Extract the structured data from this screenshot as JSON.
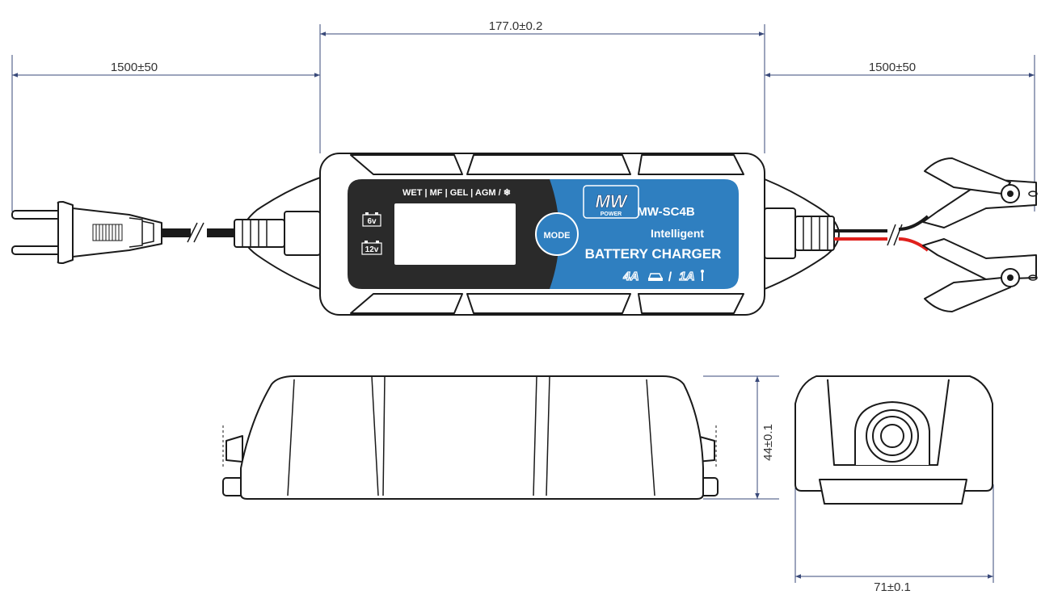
{
  "dimensions": {
    "cable_left": "1500±50",
    "body_length": "177.0±0.2",
    "cable_right": "1500±50",
    "height": "44±0.1",
    "width": "71±0.1"
  },
  "panel": {
    "battery_types": "WET | MF | GEL | AGM / ❄",
    "voltage_6": "6v",
    "voltage_12": "12v",
    "mode_button": "MODE",
    "logo_mark": "MW",
    "logo_sub": "POWER",
    "model": "MW-SC4B",
    "line1": "Intelligent",
    "line2": "BATTERY CHARGER",
    "rating_car": "4A",
    "separator": "/",
    "rating_moto": "1A"
  },
  "colors": {
    "panel_blue": "#2f7fc0",
    "panel_dark": "#2a2a2a",
    "wire_red": "#e0201c",
    "dim_line": "#3a4a7a"
  }
}
